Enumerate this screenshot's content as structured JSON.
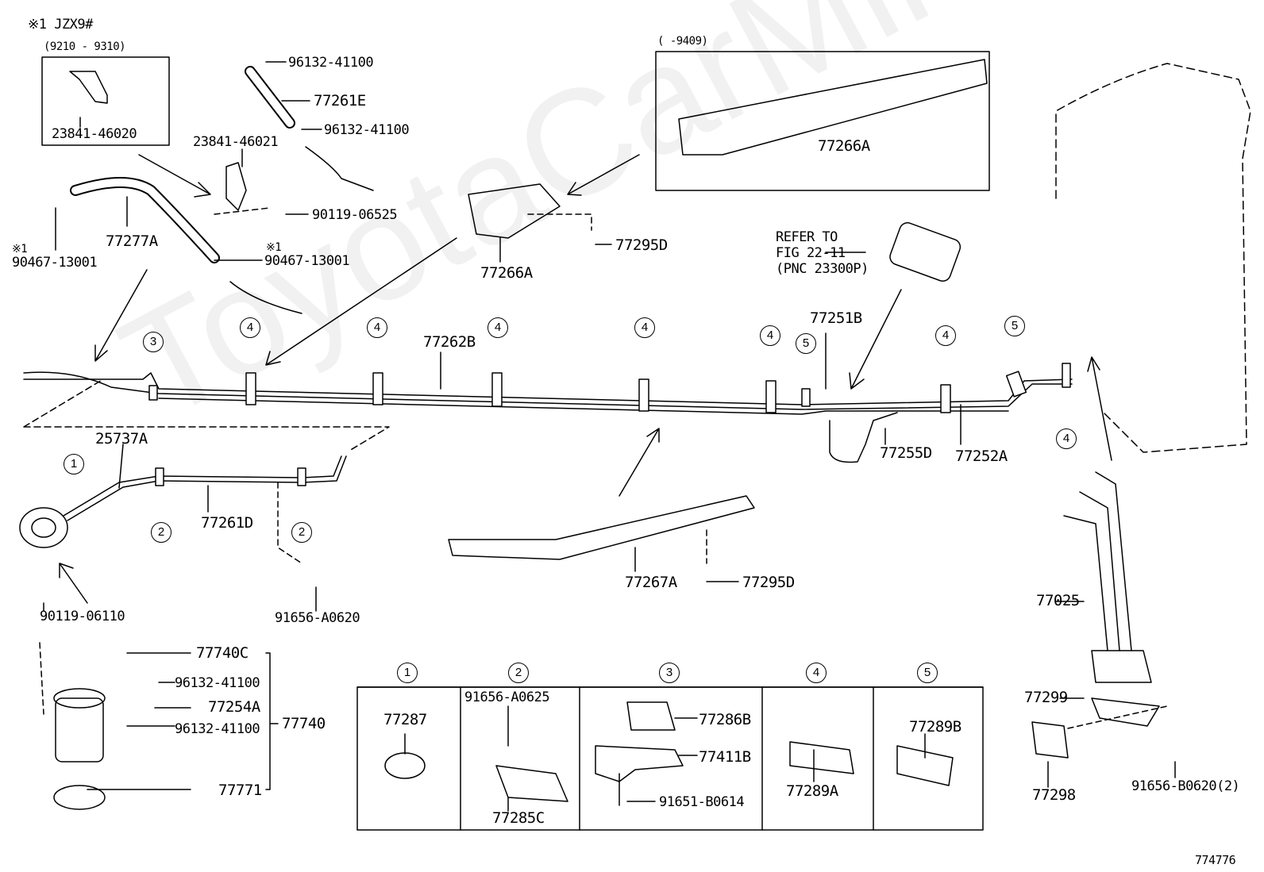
{
  "watermark": "ToyotaCarMine.ru",
  "header": {
    "note_model": "※1 JZX9#",
    "period_1": "(9210 - 9310)",
    "period_2": "(    -9409)"
  },
  "callouts": {
    "c_96132_41100_a": "96132-41100",
    "c_77261E": "77261E",
    "c_96132_41100_b": "96132-41100",
    "c_23841_46020": "23841-46020",
    "c_23841_46021": "23841-46021",
    "c_90119_06525": "90119-06525",
    "c_77277A": "77277A",
    "c_star1_a": "※1",
    "c_90467_13001_a": "90467-13001",
    "c_star1_b": "※1",
    "c_90467_13001_b": "90467-13001",
    "c_77266A_box": "77266A",
    "c_77266A": "77266A",
    "c_77295D_a": "77295D",
    "c_refer_1": "REFER TO",
    "c_refer_2": "FIG 22-11",
    "c_refer_3": "(PNC 23300P)",
    "c_77251B": "77251B",
    "c_77262B": "77262B",
    "c_77255D": "77255D",
    "c_77252A": "77252A",
    "c_25737A": "25737A",
    "c_77261D": "77261D",
    "c_77267A": "77267A",
    "c_77295D_b": "77295D",
    "c_90119_06110": "90119-06110",
    "c_91656_A0620": "91656-A0620",
    "c_77740C": "77740C",
    "c_96132_41100_c": "96132-41100",
    "c_77254A": "77254A",
    "c_96132_41100_d": "96132-41100",
    "c_77740": "77740",
    "c_77771": "77771",
    "c_77025": "77025",
    "c_77299": "77299",
    "c_77298": "77298",
    "c_91656_B0620": "91656-B0620(2)",
    "c_diagram_no": "774776"
  },
  "markers": {
    "m1": "1",
    "m2": "2",
    "m3": "3",
    "m4": "4",
    "m5": "5"
  },
  "table": {
    "headers": [
      "1",
      "2",
      "3",
      "4",
      "5"
    ],
    "cell1": {
      "part": "77287"
    },
    "cell2": {
      "bolt": "91656-A0625",
      "part": "77285C"
    },
    "cell3": {
      "part_a": "77286B",
      "part_b": "77411B",
      "bolt": "91651-B0614"
    },
    "cell4": {
      "part": "77289A"
    },
    "cell5": {
      "part": "77289B"
    }
  }
}
